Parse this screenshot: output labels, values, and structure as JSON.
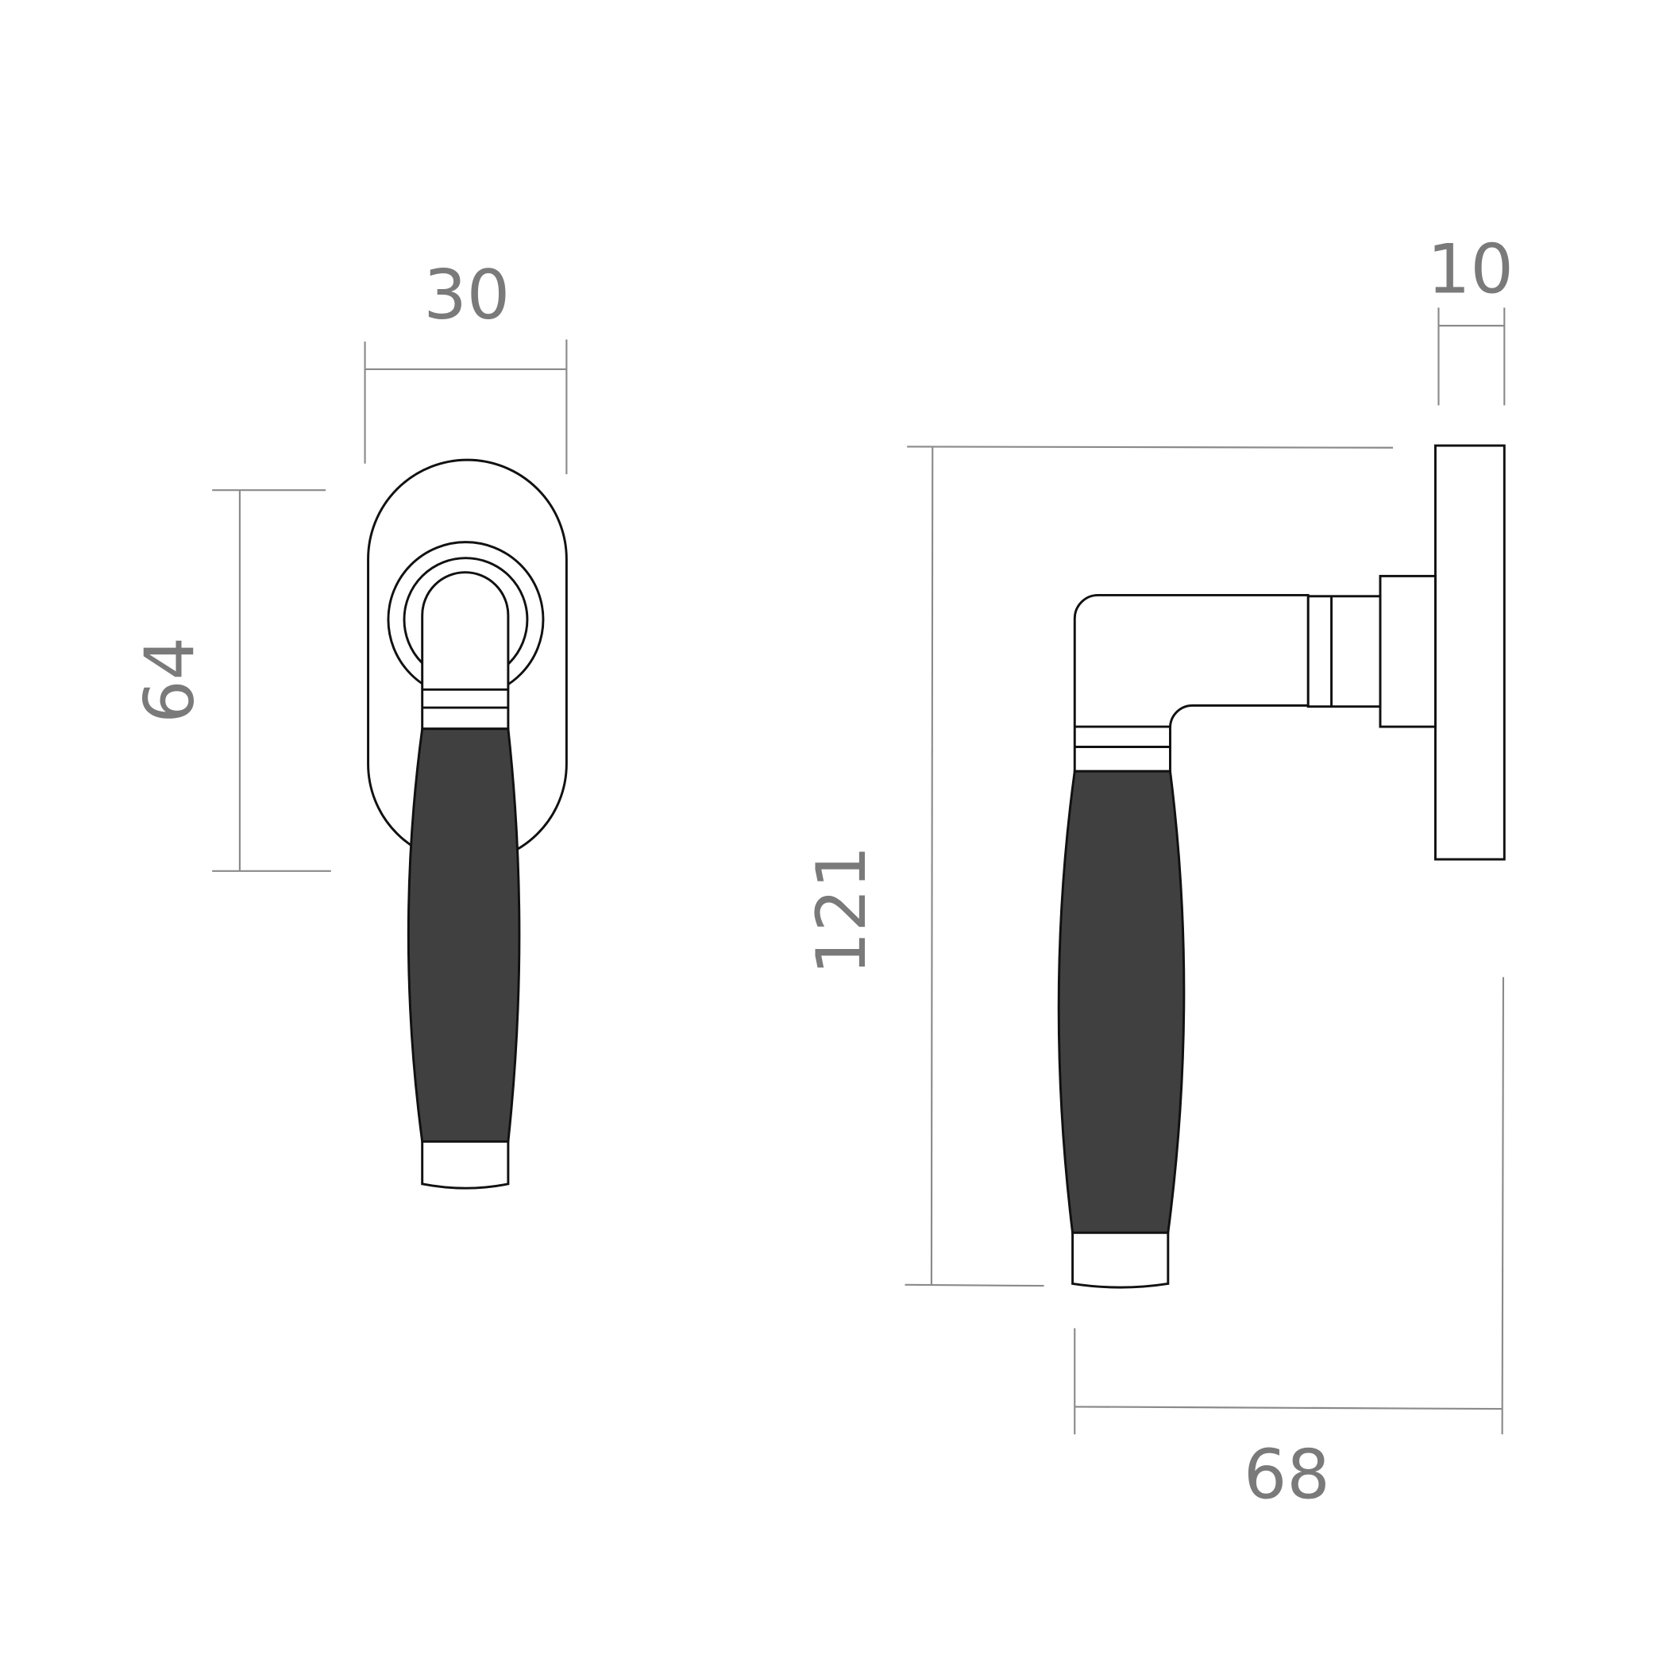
{
  "drawing": {
    "front_view": {
      "width_label": "30",
      "height_label": "64"
    },
    "side_view": {
      "height_label": "121",
      "projection_label": "68",
      "plate_thickness_label": "10"
    },
    "colors": {
      "grip": "#404040",
      "outline": "#111111",
      "dimension": "#8a8a8a"
    }
  }
}
